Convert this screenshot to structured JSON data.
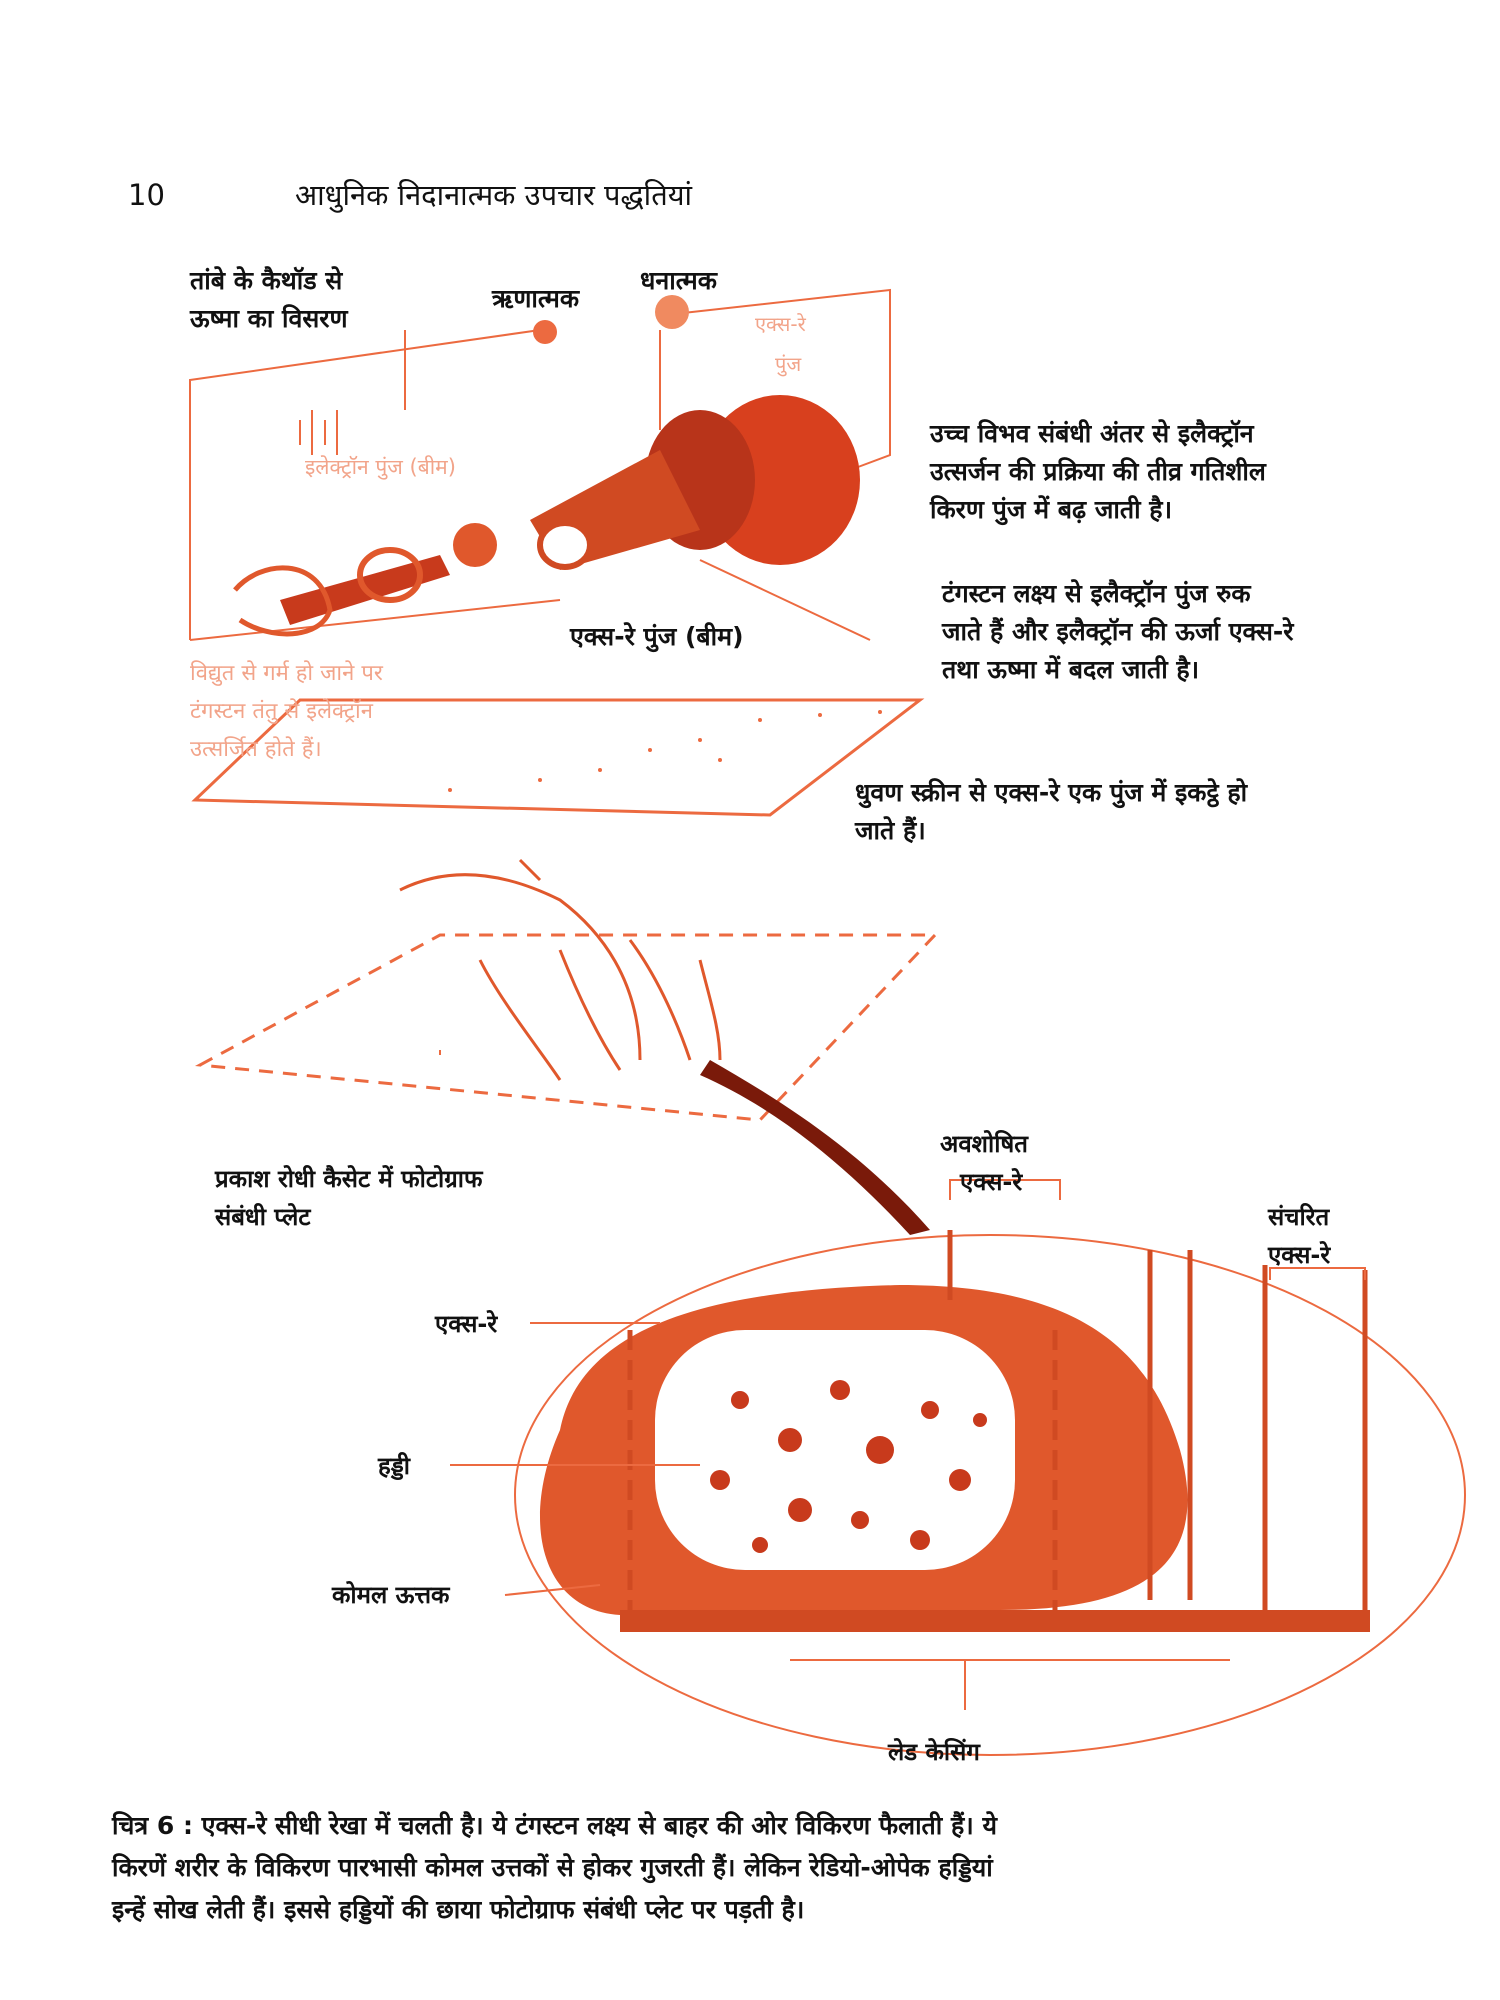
{
  "header": {
    "page_number": "10",
    "title": "आधुनिक निदानात्मक उपचार पद्धतियां"
  },
  "tube_labels": {
    "cathode_heat": [
      "तांबे के कैथॉड से",
      "ऊष्मा का विसरण"
    ],
    "negative": "ऋणात्मक",
    "positive": "धनात्मक",
    "xray_beam_faint": [
      "एक्स-रे",
      "पुंज"
    ],
    "electron_beam_faint": "इलेक्ट्रॉन पुंज (बीम)",
    "xray_beam": "एक्स-रे पुंज (बीम)",
    "filament_faint": [
      "विद्युत से गर्म हो जाने पर",
      "टंगस्टन तंतु से इलेक्ट्रॉन",
      "उत्सर्जित होते हैं।"
    ]
  },
  "notes": {
    "potential": [
      "उच्च विभव संबंधी अंतर से इलैक्ट्रॉन",
      "उत्सर्जन की प्रक्रिया की तीव्र गतिशील",
      "किरण पुंज में बढ़ जाती है।"
    ],
    "tungsten": [
      "टंगस्टन लक्ष्य से इलैक्ट्रॉन पुंज रुक",
      "जाते हैं और इलैक्ट्रॉन की ऊर्जा एक्स-रे",
      "तथा ऊष्मा में बदल जाती है।"
    ],
    "screen": [
      "धुवण स्क्रीन से एक्स-रे एक पुंज में इकट्ठे हो",
      "जाते हैं।"
    ]
  },
  "lower_labels": {
    "cassette": [
      "प्रकाश रोधी कैसेट में फोटोग्राफ",
      "संबंधी प्लेट"
    ],
    "absorbed": [
      "अवशोषित",
      "एक्स-रे"
    ],
    "transmitted": [
      "संचरित",
      "एक्स-रे"
    ],
    "xray": "एक्स-रे",
    "bone": "हड्डी",
    "soft_tissue": "कोमल ऊत्तक",
    "lead_casing": "लेड केसिंग"
  },
  "caption": [
    "चित्र 6 : एक्स-रे सीधी रेखा में चलती है। ये टंगस्टन लक्ष्य से बाहर की ओर विकिरण फैलाती हैं। ये",
    "किरणें शरीर के विकिरण पारभासी कोमल उत्तकों से होकर गुजरती हैं। लेकिन रेडियो-ओपेक हड्डियां",
    "इन्हें सोख लेती हैं। इससे हड्डियों की छाया फोटोग्राफ संबंधी प्लेट पर पड़ती है।"
  ],
  "colors": {
    "ink": "#e8542a",
    "dark": "#a82a14",
    "light": "#f5a585"
  }
}
